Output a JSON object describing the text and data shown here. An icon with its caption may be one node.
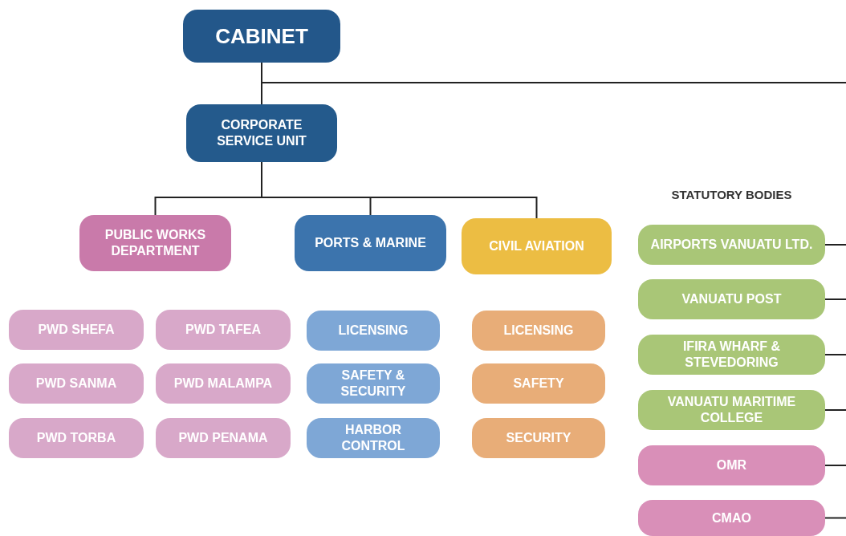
{
  "diagram": {
    "nodes": [
      {
        "text": [
          "CABINET"
        ]
      },
      {
        "text": [
          "CORPORATE SERVICE UNIT"
        ]
      },
      {
        "text": [
          "PUBLIC WORKS DEPARTMENT"
        ]
      },
      {
        "text": [
          "PORTS & MARINE"
        ]
      },
      {
        "text": [
          "CIVIL AVIATION"
        ]
      },
      {
        "text": [
          "PWD SHEFA"
        ]
      },
      {
        "text": [
          "PWD TAFEA"
        ]
      },
      {
        "text": [
          "LICENSING"
        ]
      },
      {
        "text": [
          "LICENSING"
        ]
      },
      {
        "text": [
          "PWD SANMA"
        ]
      },
      {
        "text": [
          "PWD MALAMPA"
        ]
      },
      {
        "text": [
          "SAFETY & SECURITY"
        ]
      },
      {
        "text": [
          "SAFETY"
        ]
      },
      {
        "text": [
          "PWD TORBA"
        ]
      },
      {
        "text": [
          "PWD PENAMA"
        ]
      },
      {
        "text": [
          "HARBOR CONTROL"
        ]
      },
      {
        "text": [
          "SECURITY"
        ]
      },
      {
        "text": [
          "AIRPORTS VANUATU LTD."
        ]
      },
      {
        "text": [
          "VANUATU POST"
        ]
      },
      {
        "text": [
          "IFIRA WHARF & STEVEDORING"
        ]
      },
      {
        "text": [
          "VANUATU MARITIME COLLEGE"
        ]
      },
      {
        "text": [
          "OMR"
        ]
      },
      {
        "text": [
          "CMAO"
        ]
      }
    ],
    "edges": [
      {
        "from": 0,
        "to": 1,
        "arrow": "none"
      },
      {
        "from": 0,
        "to": null,
        "arrow": "none"
      },
      {
        "from": 1,
        "to": 2,
        "arrow": "none"
      },
      {
        "from": 1,
        "to": 3,
        "arrow": "none"
      },
      {
        "from": 1,
        "to": 4,
        "arrow": "none"
      },
      {
        "from": 17,
        "to": null,
        "arrow": "none"
      },
      {
        "from": 18,
        "to": null,
        "arrow": "none"
      },
      {
        "from": 19,
        "to": null,
        "arrow": "none"
      },
      {
        "from": 20,
        "to": null,
        "arrow": "none"
      },
      {
        "from": 21,
        "to": null,
        "arrow": "none"
      },
      {
        "from": 22,
        "to": null,
        "arrow": "none"
      }
    ],
    "labels": [
      "STATUTORY BODIES"
    ]
  }
}
